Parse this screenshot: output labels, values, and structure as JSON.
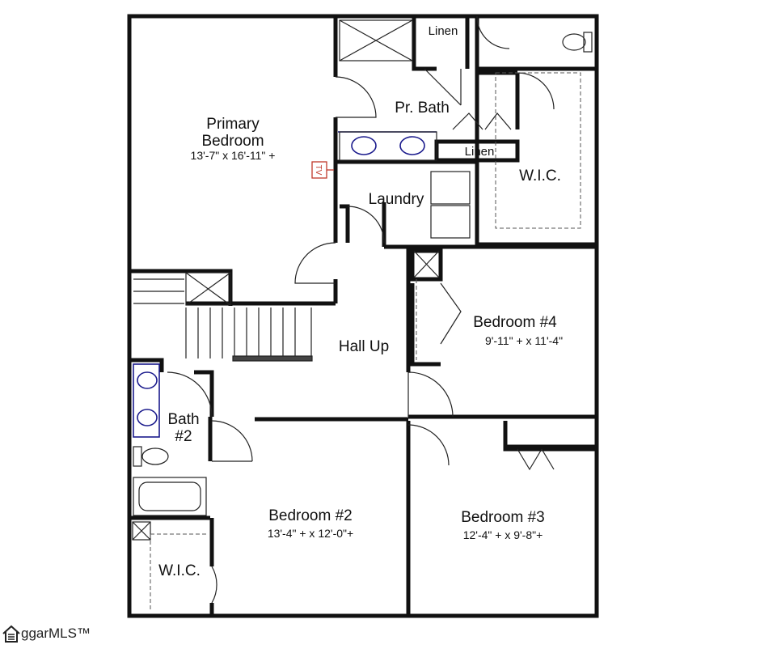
{
  "rooms": {
    "primary_bedroom": {
      "name_line1": "Primary",
      "name_line2": "Bedroom",
      "size": "13'-7\" x 16'-11\" +"
    },
    "pr_bath": {
      "name": "Pr. Bath"
    },
    "linen_top": {
      "name": "Linen"
    },
    "linen_lower": {
      "name": "Linen"
    },
    "wic_primary": {
      "name": "W.I.C."
    },
    "laundry": {
      "name": "Laundry"
    },
    "hall": {
      "name": "Hall Up"
    },
    "bedroom4": {
      "name": "Bedroom #4",
      "size": "9'-11\" + x 11'-4\""
    },
    "bath2": {
      "name_line1": "Bath",
      "name_line2": "#2"
    },
    "bedroom2": {
      "name": "Bedroom #2",
      "size": "13'-4\" + x 12'-0\"+"
    },
    "bedroom3": {
      "name": "Bedroom #3",
      "size": "12'-4\" + x 9'-8\"+"
    },
    "wic_lower": {
      "name": "W.I.C."
    }
  },
  "tv_label": "TV",
  "watermark": "ggarMLS™",
  "colors": {
    "wall": "#111111",
    "fixture": "#1a1a8c",
    "tv": "#c0392b"
  }
}
